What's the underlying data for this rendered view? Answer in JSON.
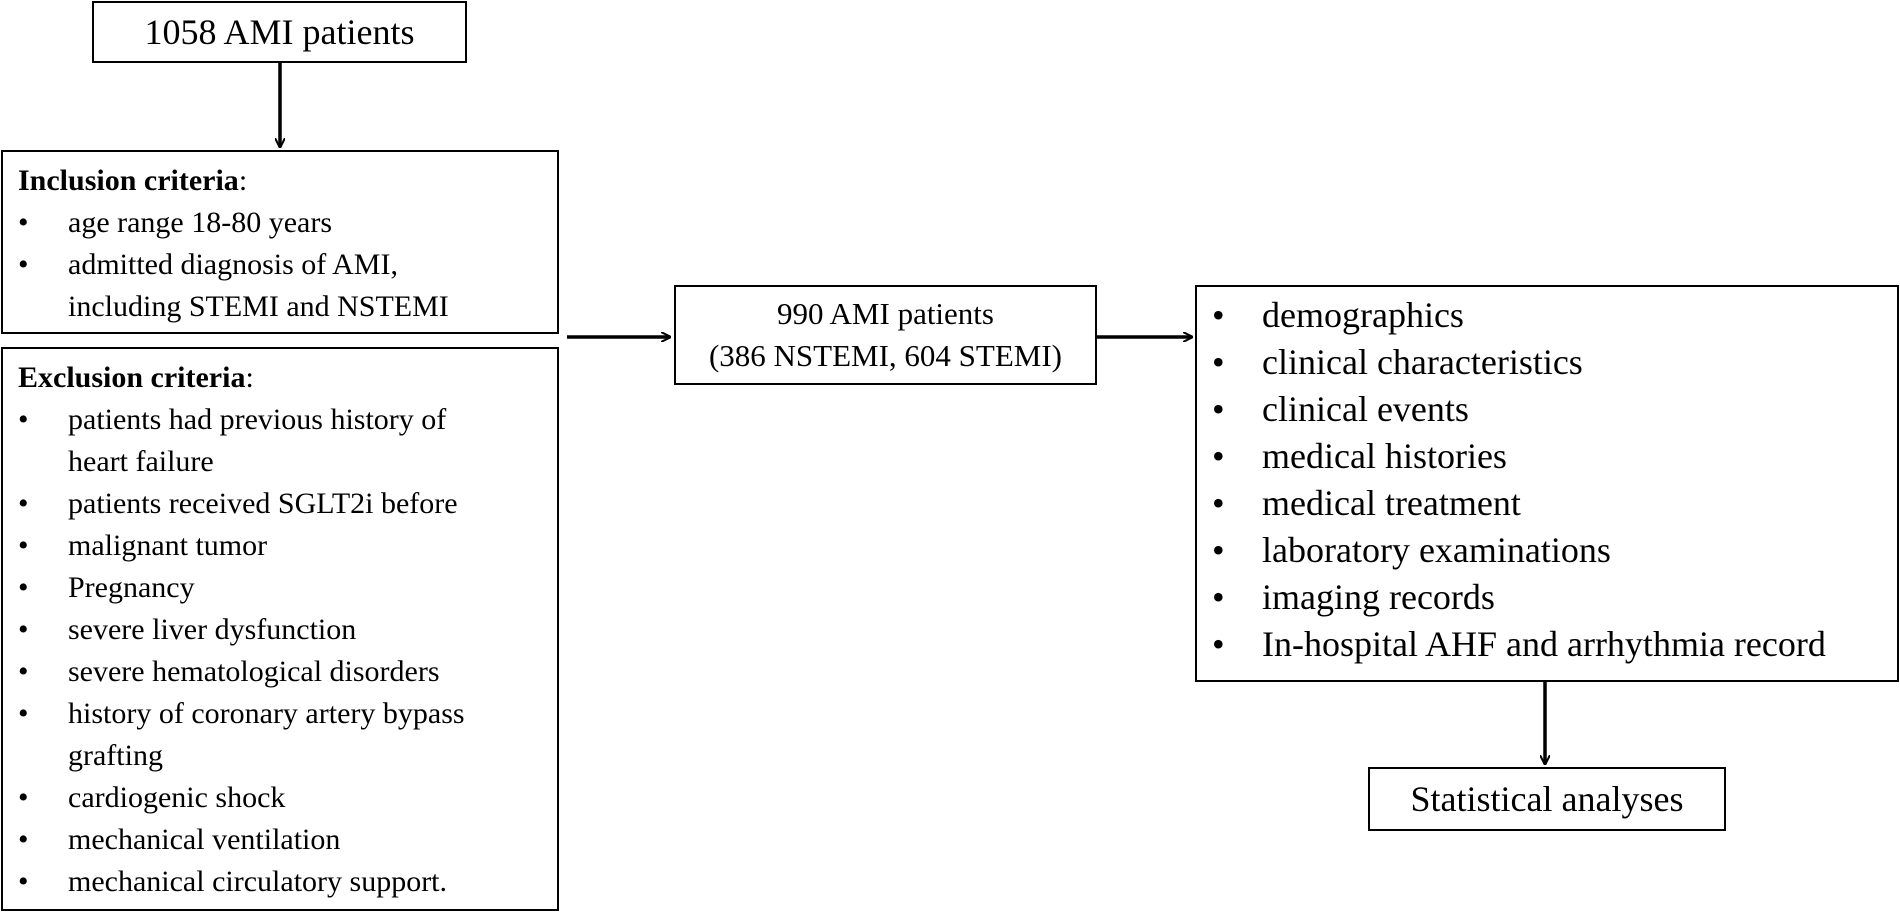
{
  "top_box": {
    "label": "1058 AMI patients"
  },
  "inclusion": {
    "title": "Inclusion criteria",
    "colon": ":",
    "items": [
      {
        "lines": [
          "age range 18-80 years"
        ]
      },
      {
        "lines": [
          "admitted diagnosis of AMI,",
          "including STEMI and NSTEMI"
        ]
      }
    ]
  },
  "exclusion": {
    "title": "Exclusion criteria",
    "colon": ":",
    "items": [
      {
        "lines": [
          "patients had previous history of",
          "heart failure"
        ]
      },
      {
        "lines": [
          "patients received SGLT2i before"
        ]
      },
      {
        "lines": [
          "malignant tumor"
        ]
      },
      {
        "lines": [
          "Pregnancy"
        ]
      },
      {
        "lines": [
          "severe liver dysfunction"
        ]
      },
      {
        "lines": [
          "severe hematological disorders"
        ]
      },
      {
        "lines": [
          "history of coronary artery bypass",
          "grafting"
        ]
      },
      {
        "lines": [
          "cardiogenic shock"
        ]
      },
      {
        "lines": [
          "mechanical ventilation"
        ]
      },
      {
        "lines": [
          "mechanical circulatory support."
        ]
      }
    ]
  },
  "middle_box": {
    "line1": "990 AMI patients",
    "line2": "(386 NSTEMI, 604 STEMI)"
  },
  "collected": {
    "items": [
      "demographics",
      "clinical characteristics",
      "clinical events",
      "medical histories",
      "medical treatment",
      "laboratory examinations",
      "imaging records",
      "In-hospital AHF and arrhythmia record"
    ]
  },
  "stats_box": {
    "label": "Statistical analyses"
  },
  "bullet_glyph": "•"
}
